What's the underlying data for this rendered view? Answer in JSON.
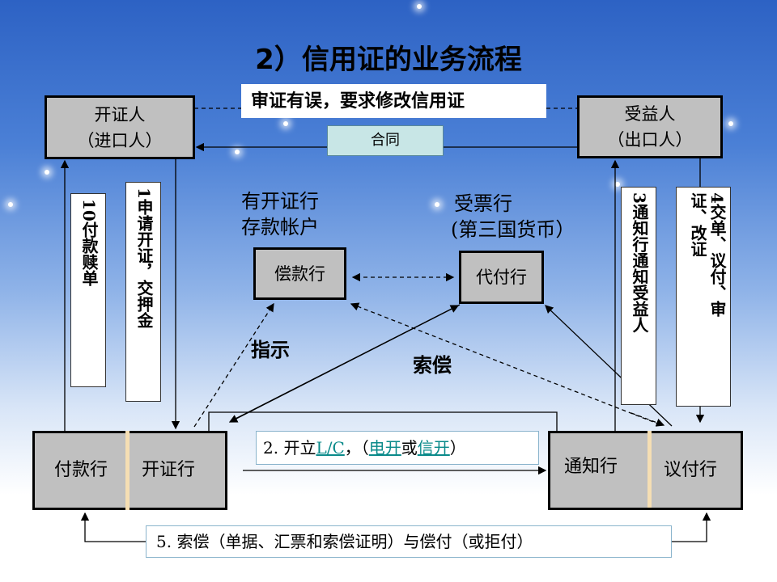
{
  "title": "2）信用证的业务流程",
  "applicant": {
    "line1": "开证人",
    "line2": "（进口人）"
  },
  "beneficiary": {
    "line1": "受益人",
    "line2": "（出口人）"
  },
  "amend_note": "审证有误，要求修改信用证",
  "contract": "合同",
  "step10": "10付款赎单",
  "step1": "1申请开证，交押金",
  "step3": "3通知行通知受益人",
  "step4": "4交单、议付、审证、改证",
  "reimbursing_label": {
    "line1": "有开证行",
    "line2": "存款帐户"
  },
  "reimbursing_bank": "偿款行",
  "drawee_label": {
    "line1": "受票行",
    "line2": "(第三国货币）"
  },
  "paying_agent": "代付行",
  "instruct": "指示",
  "claim": "索偿",
  "paying_bank": "付款行",
  "issuing_bank": "开证行",
  "advising_bank": "通知行",
  "negotiating_bank": "议付行",
  "step2": {
    "prefix": "2. 开立",
    "lc": "L/C",
    "mid": "，（",
    "tele": "电开",
    "or": "或",
    "mail": "信开",
    "suffix": "）"
  },
  "step5": "5. 索偿（单据、汇票和索偿证明）与偿付（或拒付）",
  "colors": {
    "box": "#c0c0c0",
    "contract": "#c8e6e6",
    "link": "#0a8a8a",
    "divider": "#f5deb3"
  }
}
